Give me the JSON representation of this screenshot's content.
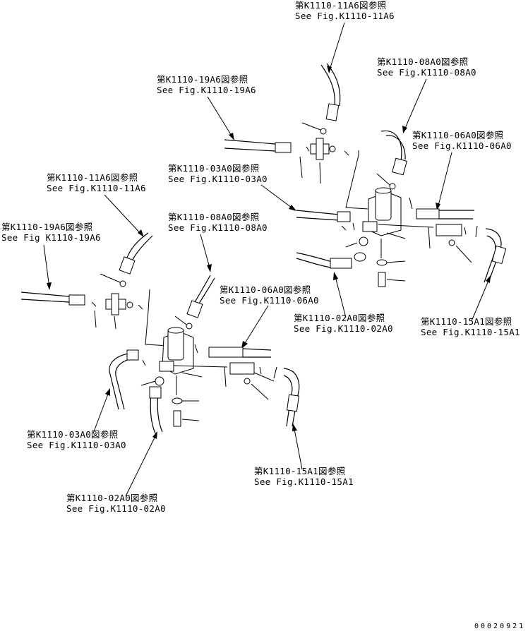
{
  "callouts": [
    {
      "id": "c1",
      "jp": "第K1110-11A6図参照",
      "en": "See Fig.K1110-11A6"
    },
    {
      "id": "c2",
      "jp": "第K1110-08A0図参照",
      "en": "See Fig.K1110-08A0"
    },
    {
      "id": "c3",
      "jp": "第K1110-19A6図参照",
      "en": "See Fig.K1110-19A6"
    },
    {
      "id": "c4",
      "jp": "第K1110-06A0図参照",
      "en": "See Fig.K1110-06A0"
    },
    {
      "id": "c5",
      "jp": "第K1110-03A0図参照",
      "en": "See Fig.K1110-03A0"
    },
    {
      "id": "c6",
      "jp": "第K1110-11A6図参照",
      "en": "See Fig.K1110-11A6"
    },
    {
      "id": "c7",
      "jp": "第K1110-08A0図参照",
      "en": "See Fig.K1110-08A0"
    },
    {
      "id": "c8",
      "jp": "第K1110-19A6図参照",
      "en": "See Fig K1110-19A6"
    },
    {
      "id": "c9",
      "jp": "第K1110-06A0図参照",
      "en": "See Fig.K1110-06A0"
    },
    {
      "id": "c10",
      "jp": "第K1110-02A0図参照",
      "en": "See Fig.K1110-02A0"
    },
    {
      "id": "c11",
      "jp": "第K1110-15A1図参照",
      "en": "See Fig.K1110-15A1"
    },
    {
      "id": "c12",
      "jp": "第K1110-03A0図参照",
      "en": "See Fig.K1110-03A0"
    },
    {
      "id": "c13",
      "jp": "第K1110-15A1図参照",
      "en": "See Fig.K1110-15A1"
    },
    {
      "id": "c14",
      "jp": "第K1110-02A0図参照",
      "en": "See Fig.K1110-02A0"
    }
  ],
  "drawing_code": "00020921"
}
